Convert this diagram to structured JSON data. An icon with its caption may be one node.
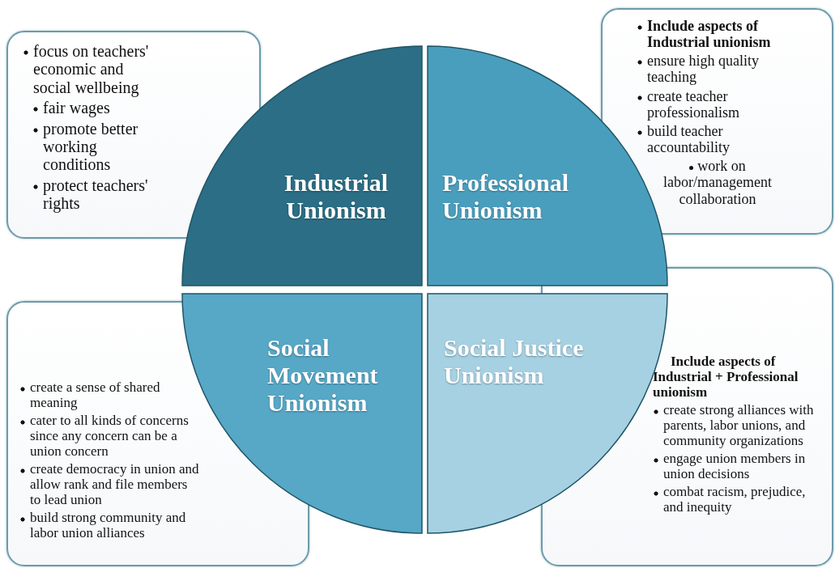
{
  "diagram": {
    "nodes": [
      {
        "text": [
          "focus on teachers' economic and social wellbeing",
          "fair wages",
          "promote better working conditions",
          "protect teachers' rights"
        ]
      },
      {
        "text": [
          "Industrial Unionism"
        ]
      },
      {
        "text": [
          "Professional Unionism"
        ]
      },
      {
        "text": [
          "Include aspects of Industrial unionism",
          "ensure high quality teaching",
          "create teacher professionalism",
          "build teacher accountability",
          "work on labor/management collaboration"
        ]
      },
      {
        "text": [
          "create a sense of shared meaning",
          "cater to all kinds of concerns since any concern can be a union concern",
          "create democracy in union and allow rank and file members to lead union",
          "build strong community and labor union alliances"
        ]
      },
      {
        "text": [
          "Social Movement Unionism"
        ]
      },
      {
        "text": [
          "Social Justice Unionism"
        ]
      },
      {
        "text": [
          "Include aspects of Industrial + Professional unionism",
          "create strong alliances with parents, labor unions, and community organizations",
          "engage union members in union decisions",
          "combat racism, prejudice, and inequity"
        ]
      }
    ]
  }
}
